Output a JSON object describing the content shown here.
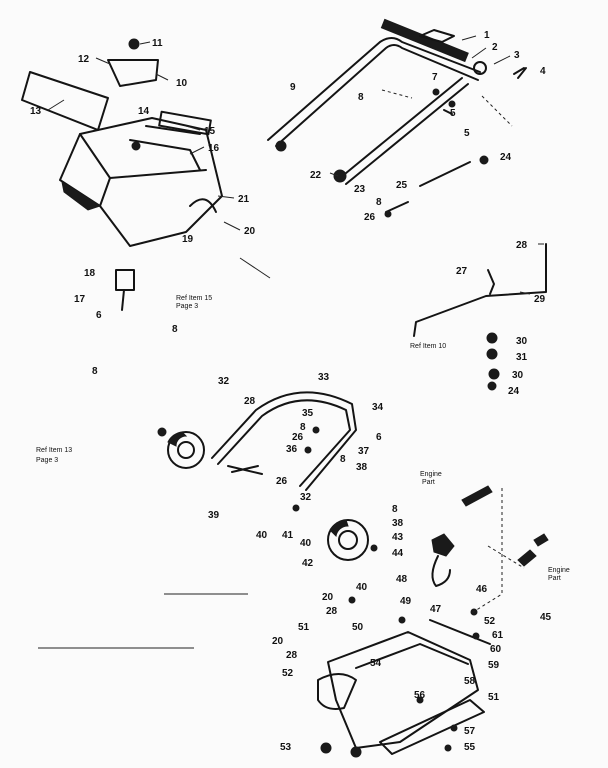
{
  "labels": {
    "p1": "1",
    "p2": "2",
    "p3": "3",
    "p4": "4",
    "p5a": "5",
    "p5b": "5",
    "p6a": "6",
    "p7": "7",
    "p8a": "8",
    "p9": "9",
    "p10": "10",
    "p11": "11",
    "p12": "12",
    "p13": "13",
    "p14": "14",
    "p15": "15",
    "p16": "16",
    "p17": "17",
    "p18": "18",
    "p19": "19",
    "p20a": "20",
    "p21": "21",
    "p22": "22",
    "p23": "23",
    "p24a": "24",
    "p25": "25",
    "p8b": "8",
    "p26a": "26",
    "p27": "27",
    "p28a": "28",
    "p29": "29",
    "p30a": "30",
    "p31": "31",
    "p30b": "30",
    "p24b": "24",
    "p6b": "6",
    "p8c": "8",
    "p8d": "8",
    "p32a": "32",
    "p33": "33",
    "p34": "34",
    "p28b": "28",
    "p35": "35",
    "p8e": "8",
    "p26b": "26",
    "p36": "36",
    "p6c": "6",
    "p37": "37",
    "p8f": "8",
    "p38a": "38",
    "p26c": "26",
    "p32b": "32",
    "p39": "39",
    "p8g": "8",
    "p38b": "38",
    "p40a": "40",
    "p41": "41",
    "p40b": "40",
    "p43": "43",
    "p42": "42",
    "p44": "44",
    "p40c": "40",
    "p20b": "20",
    "p28c": "28",
    "p49": "49",
    "p50": "50",
    "p48a": "48",
    "p47": "47",
    "p46": "46",
    "p45": "45",
    "p52a": "52",
    "p61": "61",
    "p60": "60",
    "p51a": "51",
    "p20c": "20",
    "p28d": "28",
    "p54": "54",
    "p59": "59",
    "p58": "58",
    "p56": "56",
    "p51b": "51",
    "p52b": "52",
    "p57": "57",
    "p53": "53",
    "p55": "55"
  },
  "refs": {
    "ref_item15_line1": "Ref Item 15",
    "ref_item15_line2": "Page 3",
    "ref_item10": "Ref Item 10",
    "ref_item13_line1": "Ref Item 13",
    "ref_item13_line2": "Page 3",
    "engine_part_1_line1": "Engine",
    "engine_part_1_line2": "Part",
    "engine_part_2_line1": "Engine",
    "engine_part_2_line2": "Part"
  }
}
